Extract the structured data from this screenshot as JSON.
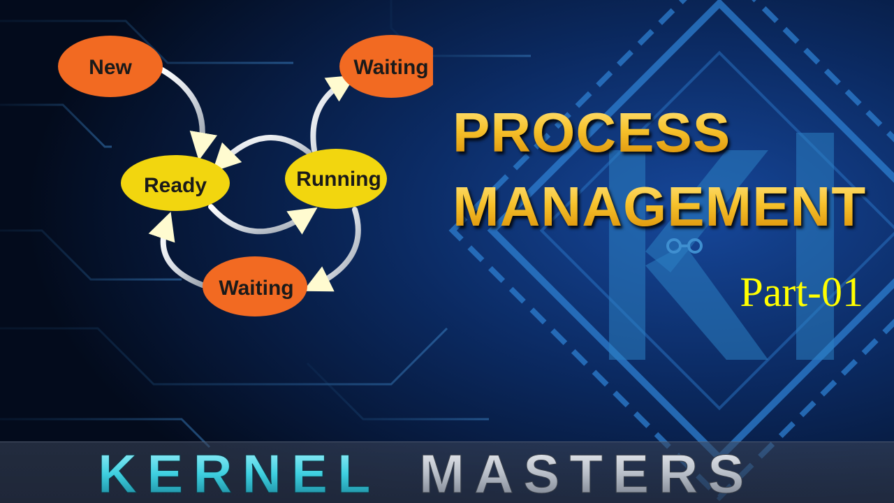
{
  "diagram": {
    "nodes": {
      "new": "New",
      "waiting_top": "Waiting",
      "ready": "Ready",
      "running": "Running",
      "waiting_bottom": "Waiting"
    }
  },
  "title": {
    "line1": "PROCESS",
    "line2": "MANAGEMENT",
    "part": "Part-01"
  },
  "brand": {
    "word1": "KERNEL",
    "word2": "MASTERS"
  },
  "colors": {
    "background": "#041430",
    "state_orange": "#f26a22",
    "state_yellow": "#f2d60f",
    "title_gold": "#f0b81e",
    "part_yellow": "#ffff00",
    "brand_cyan": "#3fd0e0",
    "brand_silver": "#b8bec8"
  },
  "icons": {
    "watermark": "km-chip-logo-icon"
  }
}
